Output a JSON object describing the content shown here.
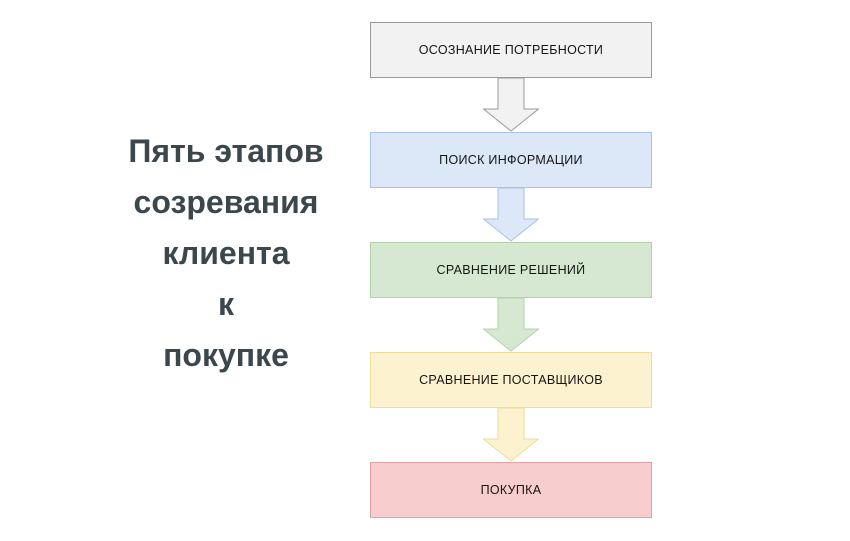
{
  "diagram": {
    "title_text": "Пять этапов\nсозревания\nклиента\nк\nпокупке",
    "title_color": "#3c474d",
    "background": "#ffffff",
    "orientation": "vertical-top-down",
    "nodes": [
      {
        "id": "node-1",
        "label": "ОСОЗНАНИЕ ПОТРЕБНОСТИ",
        "fill": "#f2f2f2",
        "stroke": "#9a9a9a",
        "text_color": "#151515"
      },
      {
        "id": "node-2",
        "label": "ПОИСК ИНФОРМАЦИИ",
        "fill": "#dce7f7",
        "stroke": "#a9c2e8",
        "text_color": "#151515"
      },
      {
        "id": "node-3",
        "label": "СРАВНЕНИЕ РЕШЕНИЙ",
        "fill": "#d7e8d2",
        "stroke": "#b2d3a8",
        "text_color": "#151515"
      },
      {
        "id": "node-4",
        "label": "СРАВНЕНИЕ ПОСТАВЩИКОВ",
        "fill": "#fdf2cf",
        "stroke": "#eddc9a",
        "text_color": "#151515"
      },
      {
        "id": "node-5",
        "label": "ПОКУПКА",
        "fill": "#f7cecd",
        "stroke": "#dfa2a1",
        "text_color": "#151515"
      }
    ],
    "connectors": [
      {
        "id": "arrow-1",
        "from": "node-1",
        "to": "node-2",
        "fill": "#f2f2f2",
        "stroke": "#9a9a9a"
      },
      {
        "id": "arrow-2",
        "from": "node-2",
        "to": "node-3",
        "fill": "#dce7f7",
        "stroke": "#a9c2e8"
      },
      {
        "id": "arrow-3",
        "from": "node-3",
        "to": "node-4",
        "fill": "#d7e8d2",
        "stroke": "#b2d3a8"
      },
      {
        "id": "arrow-4",
        "from": "node-4",
        "to": "node-5",
        "fill": "#fdf2cf",
        "stroke": "#eddc9a"
      }
    ]
  }
}
